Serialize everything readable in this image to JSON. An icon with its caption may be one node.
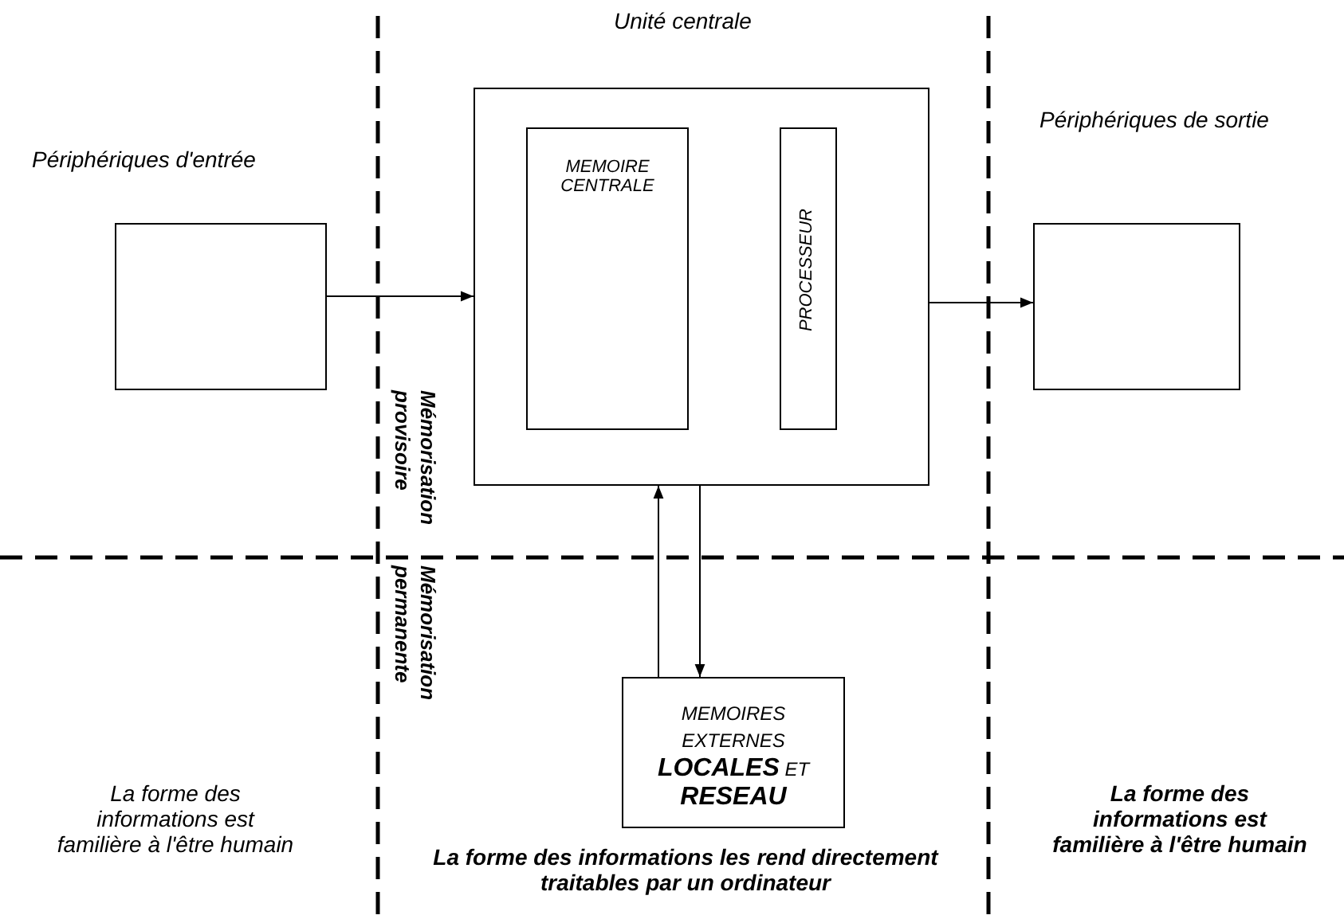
{
  "diagram": {
    "nodes": [
      {
        "text": [
          "Périphériques d'entrée"
        ]
      },
      {
        "text": [
          "Unité centrale"
        ]
      },
      {
        "text": [
          "MEMOIRE CENTRALE"
        ],
        "in": 1
      },
      {
        "text": [
          "PROCESSEUR"
        ],
        "in": 1
      },
      {
        "text": [
          "Périphériques de sortie"
        ]
      },
      {
        "text": [
          "MEMOIRES EXTERNES **LOCALES** ET **RESEAU**"
        ]
      }
    ],
    "edges": [
      {
        "from": 0,
        "to": 1,
        "arrow": "to"
      },
      {
        "from": 1,
        "to": 4,
        "arrow": "to"
      },
      {
        "from": 5,
        "to": 1,
        "arrow": "to"
      },
      {
        "from": 1,
        "to": 5,
        "arrow": "to"
      }
    ],
    "labels": [
      "Mémorisation provisoire",
      "Mémorisation permanente",
      "La forme des informations est familière à l'être humain",
      "La forme des informations les rend directement traitables par un ordinateur",
      "La forme des informations est familière à l'être humain"
    ]
  }
}
